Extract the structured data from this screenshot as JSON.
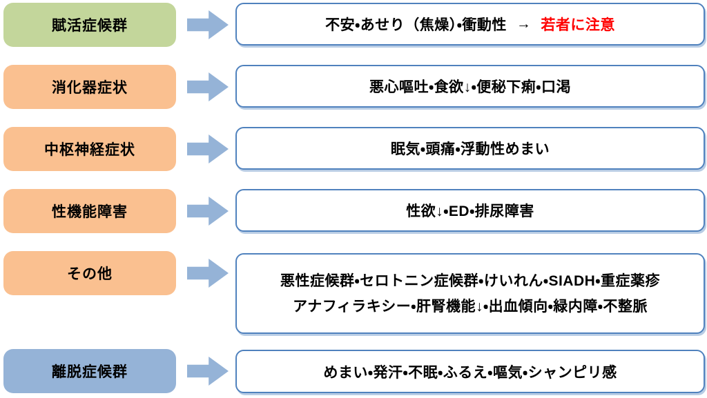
{
  "colors": {
    "category_green": "#c3d69b",
    "category_orange": "#fac090",
    "category_blue": "#95b3d7",
    "flow_arrow_blue": "#95b3d7",
    "detail_border_blue": "#4f81bd",
    "detail_shadow_blue": "#b9cde5",
    "warning_red": "#ff0000",
    "text_black": "#000000"
  },
  "rows": [
    {
      "category": "賦活症候群",
      "color": "green",
      "detail": "不安・あせり（焦燥）・衝動性",
      "detail_arrow": "→",
      "detail_warning": "若者に注意"
    },
    {
      "category": "消化器症状",
      "color": "orange",
      "detail": "悪心嘔吐・食欲↓・便秘下痢・口渇"
    },
    {
      "category": "中枢神経症状",
      "color": "orange",
      "detail": "眠気・頭痛・浮動性めまい"
    },
    {
      "category": "性機能障害",
      "color": "orange",
      "detail": "性欲↓・ED・排尿障害"
    },
    {
      "category": "その他",
      "color": "orange",
      "detail_line1": "悪性症候群・セロトニン症候群・けいれん・SIADH・重症薬疹",
      "detail_line2": "アナフィラキシー・肝腎機能↓・出血傾向・緑内障・不整脈"
    },
    {
      "category": "離脱症候群",
      "color": "blue",
      "detail": "めまい・発汗・不眠・ふるえ・嘔気・シャンピリ感"
    }
  ]
}
